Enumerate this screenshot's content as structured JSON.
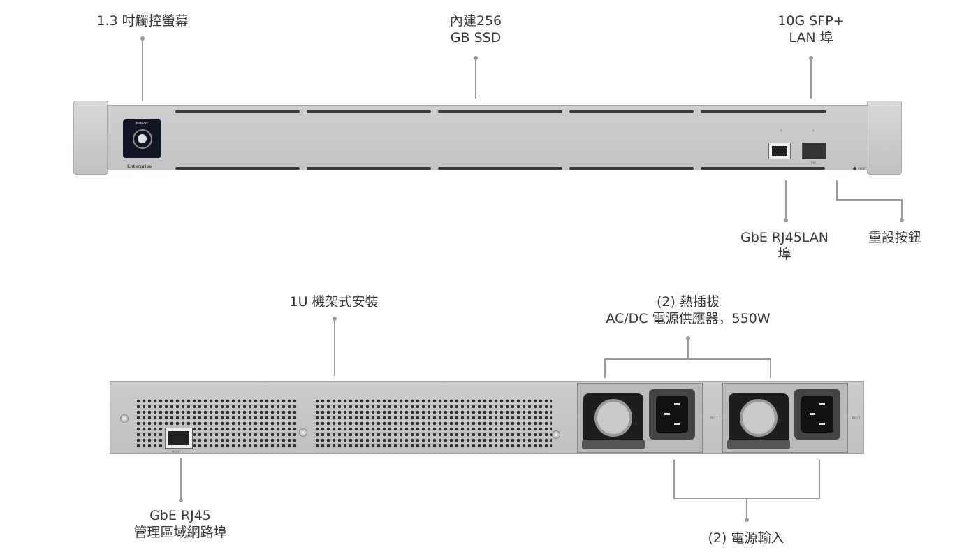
{
  "front_panel": {
    "screen_title": "Network",
    "brand": "Enterprise",
    "port_labels": [
      "1",
      "2"
    ],
    "sfp_label": "10G",
    "reset_label": "RESET"
  },
  "rear_panel": {
    "mgmt_label": "MGMT",
    "psu_labels": [
      "PSU 1",
      "PSU 2"
    ]
  },
  "callouts": {
    "touchscreen": "1.3 吋觸控螢幕",
    "ssd_line1": "內建256",
    "ssd_line2": "GB SSD",
    "sfp_line1": "10G SFP+",
    "sfp_line2": "LAN 埠",
    "rj45_line1": "GbE RJ45LAN",
    "rj45_line2": "埠",
    "reset": "重設按鈕",
    "rack": "1U 機架式安裝",
    "psu_line1": "(2) 熱插拔",
    "psu_line2": "AC/DC 電源供應器，550W",
    "mgmt_line1": "GbE RJ45",
    "mgmt_line2": "管理區域網路埠",
    "power_input": "(2) 電源輸入"
  }
}
